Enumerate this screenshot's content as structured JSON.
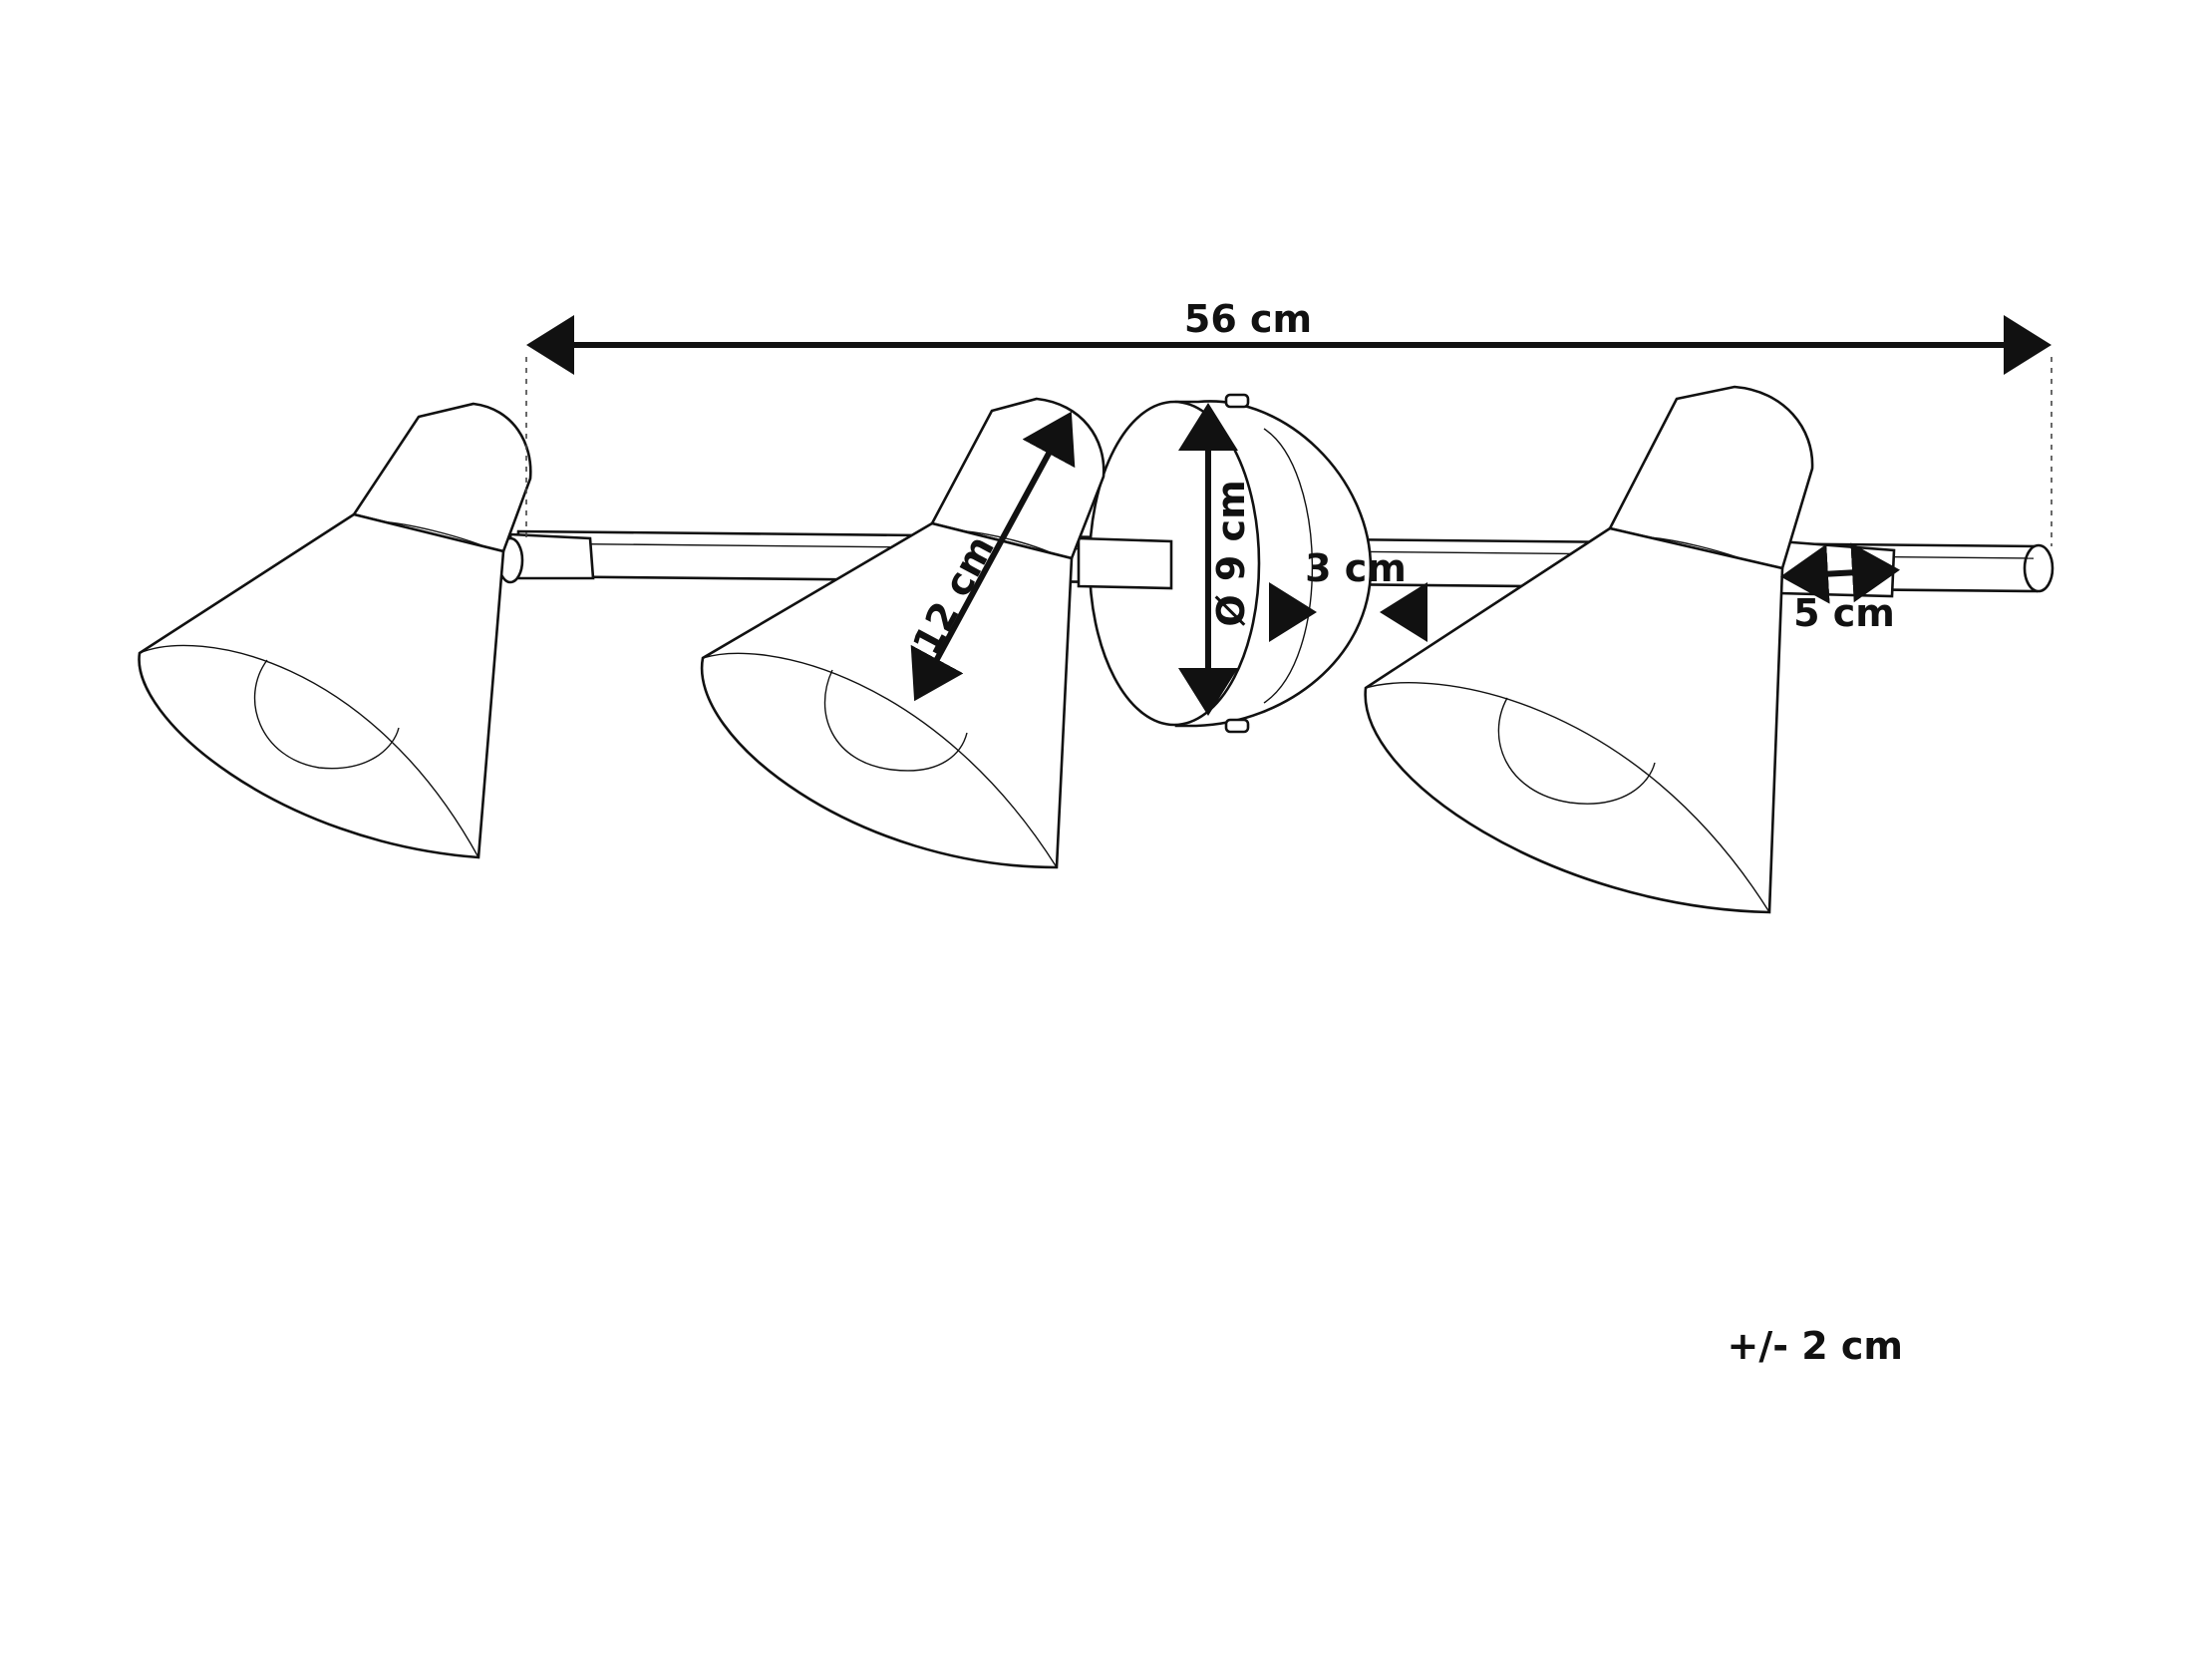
{
  "dimensions": {
    "overall_length": "56 cm",
    "shade_length": "12 cm",
    "base_diameter": "Ø 9 cm",
    "base_depth": "3 cm",
    "arm_length": "5 cm",
    "tolerance": "+/- 2 cm"
  },
  "colors": {
    "line": "#111111",
    "background": "#ffffff"
  }
}
